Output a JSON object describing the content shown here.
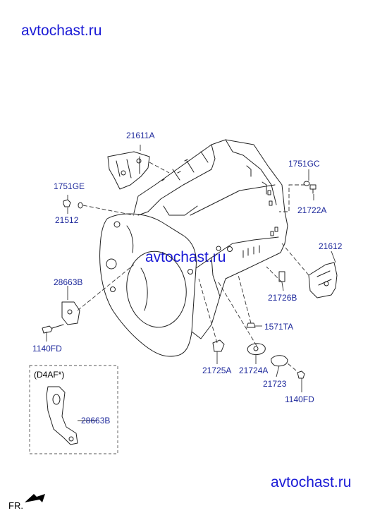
{
  "watermark": {
    "text": "avtochast.ru",
    "color": "#1a1ad6"
  },
  "variant_box_label": "(D4AF*)",
  "direction_label": "FR.",
  "part_labels": {
    "p21611A": "21611A",
    "p1751GE": "1751GE",
    "p21512": "21512",
    "p1751GC": "1751GC",
    "p21722A": "21722A",
    "p21612": "21612",
    "p28663B_top": "28663B",
    "p21726B": "21726B",
    "p1571TA": "1571TA",
    "p1140FD_left": "1140FD",
    "p21725A": "21725A",
    "p21724A": "21724A",
    "p21723": "21723",
    "p1140FD_right": "1140FD",
    "p28663B_box": "28663B"
  },
  "colors": {
    "label": "#1f2a9c",
    "line": "#222222",
    "leader": "#333333"
  }
}
